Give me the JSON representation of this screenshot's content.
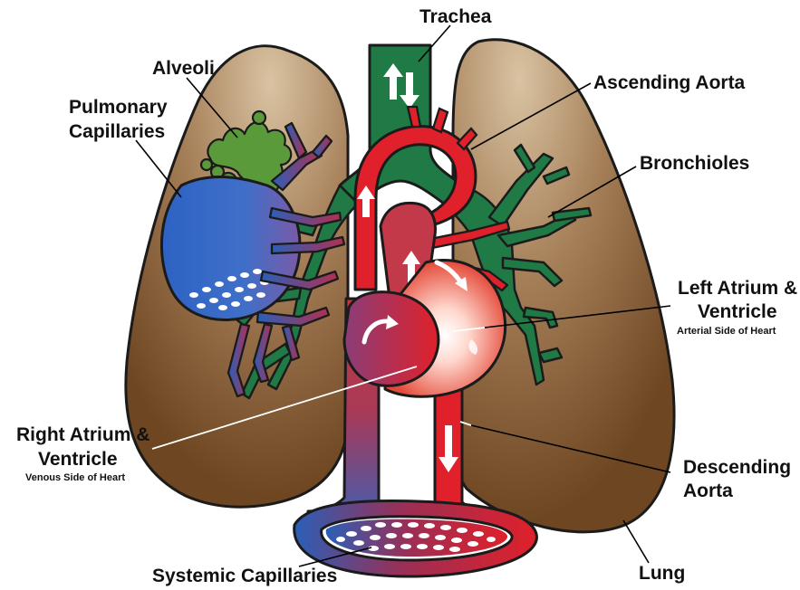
{
  "labels": {
    "trachea": "Trachea",
    "alveoli": "Alveoli",
    "pulmonary_capillaries": [
      "Pulmonary",
      "Capillaries"
    ],
    "ascending_aorta": "Ascending Aorta",
    "bronchioles": "Bronchioles",
    "left_atrium_ventricle": [
      "Left Atrium &",
      "Ventricle"
    ],
    "left_atrium_ventricle_sub": "Arterial Side of Heart",
    "right_atrium_ventricle": [
      "Right Atrium &",
      "Ventricle"
    ],
    "right_atrium_ventricle_sub": "Venous Side of Heart",
    "descending_aorta": [
      "Descending",
      "Aorta"
    ],
    "systemic_capillaries": "Systemic Capillaries",
    "lung": "Lung"
  },
  "colors": {
    "lung": "#7a5230",
    "lung_highlight": "#c9ab86",
    "airway": "#1f7a45",
    "arterial": "#e0202a",
    "venous": "#2a5fb8",
    "alveoli": "#5a9a3a",
    "outline": "#1b1b1b"
  }
}
